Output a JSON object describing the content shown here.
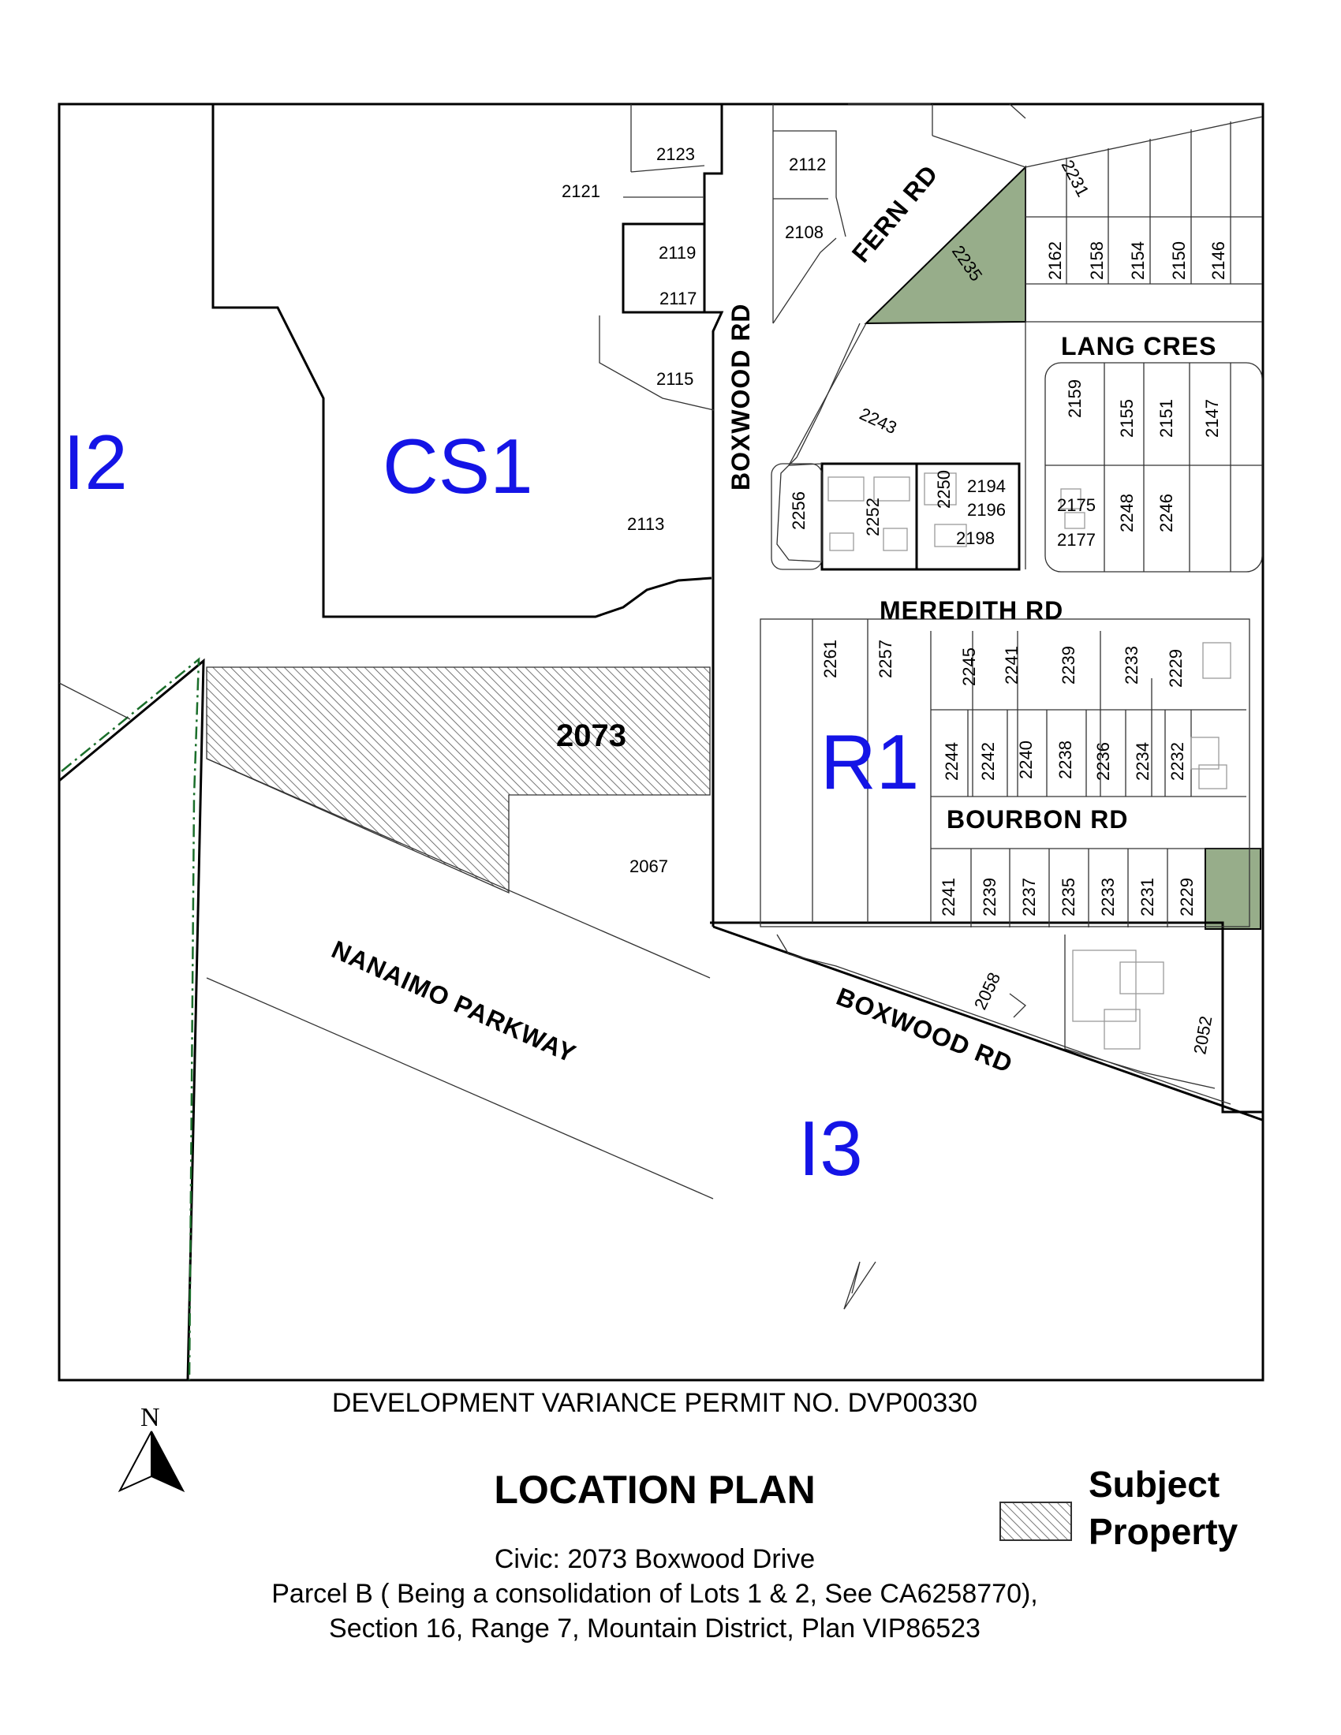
{
  "map": {
    "zones": {
      "i2": "I2",
      "cs1": "CS1",
      "r1": "R1",
      "i3": "I3"
    },
    "roads": {
      "boxwood_north": "BOXWOOD RD",
      "fern": "FERN RD",
      "lang": "LANG CRES",
      "meredith": "MEREDITH RD",
      "bourbon": "BOURBON RD",
      "nanaimo": "NANAIMO PARKWAY",
      "boxwood_south": "BOXWOOD RD"
    },
    "subject_lot": "2073",
    "lots": {
      "l2123": "2123",
      "l2121": "2121",
      "l2119": "2119",
      "l2117": "2117",
      "l2115": "2115",
      "l2113": "2113",
      "l2067": "2067",
      "l2112": "2112",
      "l2108": "2108",
      "l2235": "2235",
      "l2231": "2231",
      "l2162": "2162",
      "l2158": "2158",
      "l2154": "2154",
      "l2150": "2150",
      "l2146": "2146",
      "l2243": "2243",
      "l2256": "2256",
      "l2252": "2252",
      "l2250": "2250",
      "l2194": "2194",
      "l2196": "2196",
      "l2198": "2198",
      "l2159": "2159",
      "l2155": "2155",
      "l2151": "2151",
      "l2147": "2147",
      "l2175": "2175",
      "l2177": "2177",
      "l2248": "2248",
      "l2246": "2246",
      "l2261": "2261",
      "l2257": "2257",
      "l2245m": "2245",
      "l2241m": "2241",
      "l2239m": "2239",
      "l2233m": "2233",
      "l2229m": "2229",
      "l2244": "2244",
      "l2242": "2242",
      "l2240": "2240",
      "l2238": "2238",
      "l2236": "2236",
      "l2234": "2234",
      "l2232": "2232",
      "l2241b": "2241",
      "l2239b": "2239",
      "l2237b": "2237",
      "l2235b": "2235",
      "l2233b": "2233",
      "l2231b": "2231",
      "l2229b": "2229",
      "l2058": "2058",
      "l2052": "2052"
    },
    "colors": {
      "green_parcel": "#97ad8a",
      "zone_label": "#1414e6",
      "ali_boundary": "#1a6e2a"
    }
  },
  "north_arrow": {
    "label": "N"
  },
  "title": {
    "permit": "DEVELOPMENT VARIANCE PERMIT NO. DVP00330",
    "plan": "LOCATION PLAN",
    "civic": "Civic: 2073 Boxwood Drive",
    "parcel": "Parcel B ( Being a consolidation of Lots 1 & 2, See CA6258770),",
    "legal": "Section 16, Range 7, Mountain District, Plan VIP86523"
  },
  "legend": {
    "line1": "Subject",
    "line2": "Property"
  }
}
